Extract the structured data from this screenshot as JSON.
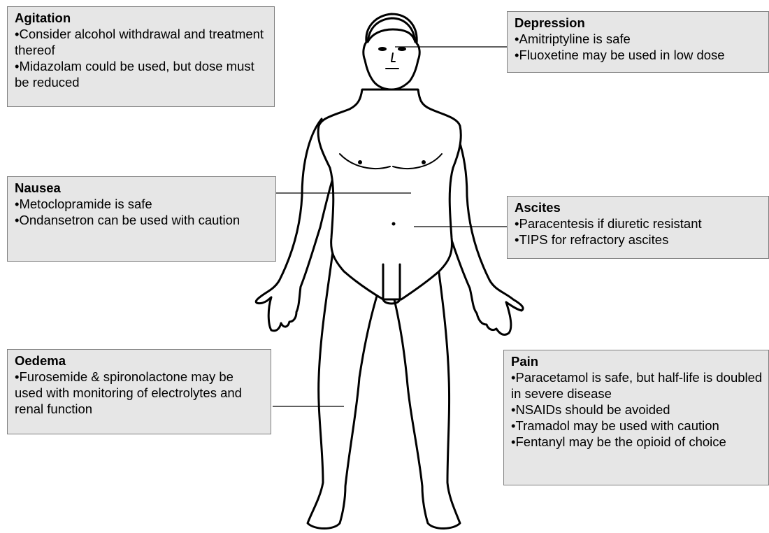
{
  "callouts": {
    "agitation": {
      "title": "Agitation",
      "items": [
        "Consider alcohol withdrawal and treatment thereof",
        "Midazolam could be used, but dose must be reduced"
      ]
    },
    "depression": {
      "title": "Depression",
      "items": [
        "Amitriptyline is safe",
        "Fluoxetine may be used in low dose"
      ]
    },
    "nausea": {
      "title": "Nausea",
      "items": [
        "Metoclopramide is safe",
        "Ondansetron can be used with caution"
      ]
    },
    "ascites": {
      "title": "Ascites",
      "items": [
        "Paracentesis if diuretic resistant",
        "TIPS for refractory ascites"
      ]
    },
    "oedema": {
      "title": "Oedema",
      "items": [
        "Furosemide & spironolactone may be used with monitoring of electrolytes and renal function"
      ]
    },
    "pain": {
      "title": "Pain",
      "items": [
        "Paracetamol is safe, but half-life is doubled in severe disease",
        "NSAIDs should be avoided",
        "Tramadol may be used with caution",
        "Fentanyl may be the opioid of choice"
      ]
    }
  },
  "colors": {
    "box_fill": "#e6e6e6",
    "box_border": "#808080",
    "line": "#000000"
  }
}
